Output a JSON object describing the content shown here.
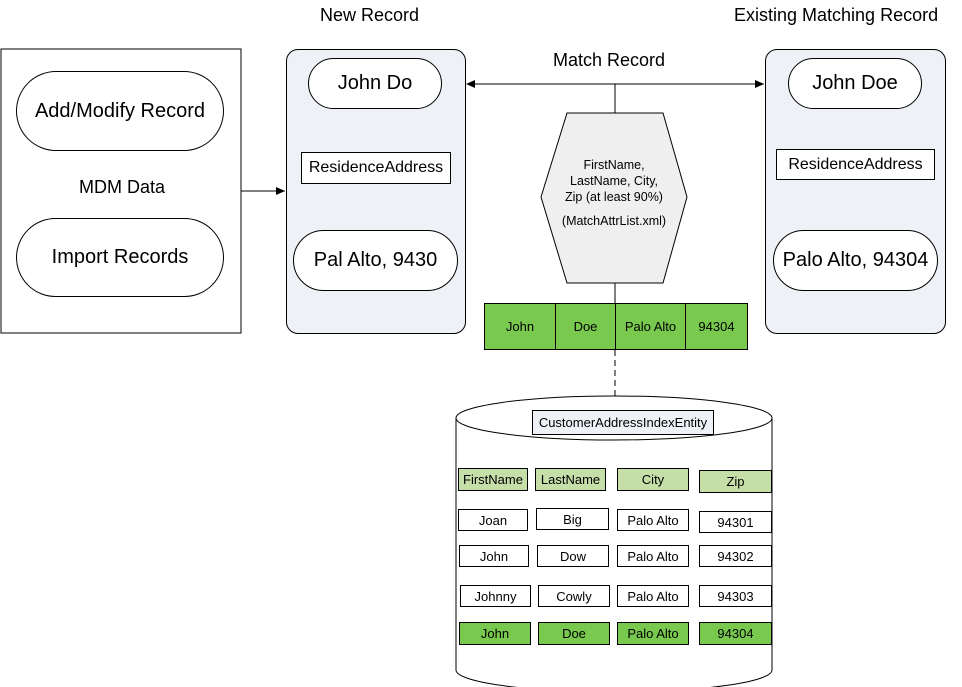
{
  "headings": {
    "new_record": "New Record",
    "existing_record": "Existing Matching Record",
    "match_record": "Match Record"
  },
  "mdm": {
    "add_modify": "Add/Modify Record",
    "data_label": "MDM Data",
    "import_records": "Import Records"
  },
  "new_record": {
    "name": "John Do",
    "address_label": "ResidenceAddress",
    "address": "Pal Alto, 9430"
  },
  "existing_record": {
    "name": "John Doe",
    "address_label": "ResidenceAddress",
    "address": "Palo Alto, 94304"
  },
  "match_criteria": {
    "line1": "FirstName,",
    "line2": "LastName, City,",
    "line3": "Zip (at least 90%)",
    "line4": "(MatchAttrList.xml)"
  },
  "matched_row": [
    "John",
    "Doe",
    "Palo Alto",
    "94304"
  ],
  "database": {
    "entity": "CustomerAddressIndexEntity",
    "columns": [
      "FirstName",
      "LastName",
      "City",
      "Zip"
    ],
    "rows": [
      [
        "Joan",
        "Big",
        "Palo Alto",
        "94301"
      ],
      [
        "John",
        "Dow",
        "Palo Alto",
        "94302"
      ],
      [
        "Johnny",
        "Cowly",
        "Palo Alto",
        "94303"
      ],
      [
        "John",
        "Doe",
        "Palo Alto",
        "94304"
      ]
    ]
  },
  "colors": {
    "panel_fill": "#eef1f6",
    "match_green": "#79c94e",
    "header_green": "#c6dfa8",
    "hexagon_fill": "#efefef"
  }
}
